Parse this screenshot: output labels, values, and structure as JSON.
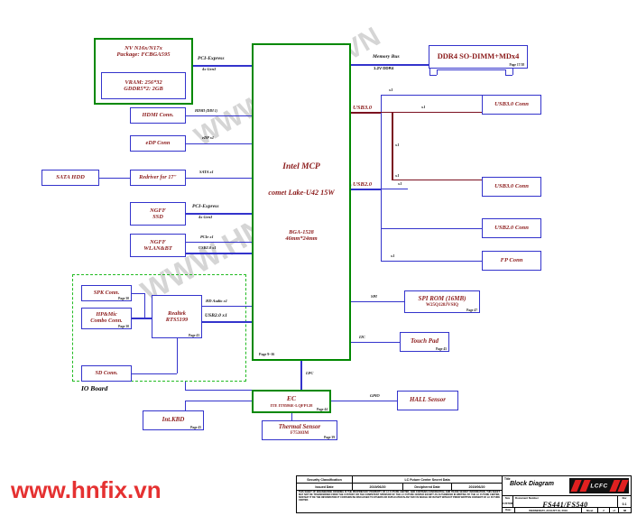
{
  "document": {
    "title": "Block Diagram",
    "document_number": "FS441/FS540"
  },
  "watermarks": {
    "diagonal_1": "WWW.HNFIX.VN",
    "diagonal_2": "WWW.HNFIX.VN",
    "footer_url": "www.hnfix.vn"
  },
  "gpu": {
    "name_line1": "NV N16x/N17x",
    "name_line2": "Package: FCBGA595",
    "vram_line1": "VRAM: 256*32",
    "vram_line2": "GDDR5*2: 2GB"
  },
  "cpu": {
    "line1": "Intel   MCP",
    "line2": "comet Lake-U42 15W",
    "line3": "BGA-1528",
    "line4": "46mm*24mm",
    "page": "Page 9~16"
  },
  "left_blocks": [
    {
      "label": "HDMI Conn.",
      "net": "HDMI (DDI 1)"
    },
    {
      "label": "eDP Conn",
      "net": "eDP x1"
    },
    {
      "label": "SATA HDD",
      "net": ""
    },
    {
      "label": "Redriver for 17\"",
      "net": "SATA x1"
    },
    {
      "label_line1": "NGFF",
      "label_line2": "SSD",
      "net_line1": "PCI-Express",
      "net_line2": "4x Gen3"
    },
    {
      "label_line1": "NGFF",
      "label_line2": "WLAN&BT",
      "net_line1": "PCIe x1",
      "net_line2": "USB2.0 x1"
    }
  ],
  "gpu_bus": {
    "line1": "PCI-Express",
    "line2": "4x Gen3"
  },
  "memory": {
    "bus_line1": "Memory Bus",
    "bus_line2": "1.2V  DDR4",
    "block_label": "DDR4 SO-DIMM+MDx4",
    "page": "Page 17/18"
  },
  "usb": {
    "usb3_label": "USB3.0",
    "usb2_label": "USB2.0",
    "x1": "x1",
    "conns": [
      {
        "label": "USB3.0 Conn"
      },
      {
        "label": "USB3.0 Conn"
      },
      {
        "label": "USB2.0 Conn"
      },
      {
        "label": "FP Conn"
      }
    ]
  },
  "spi": {
    "net": "SPI",
    "block_line1": "SPI ROM (16MB)",
    "block_line2": "W25Q128JVSIQ",
    "page": "Page 47"
  },
  "touchpad": {
    "net": "I2C",
    "label": "Touch Pad",
    "page": "Page 45"
  },
  "hall": {
    "net": "GPIO",
    "label": "HALL Sensor"
  },
  "ec": {
    "net": "LPC",
    "label": "EC",
    "part": "ITE IT8586E-LQFP128",
    "page": "Page 44"
  },
  "thermal": {
    "label": "Thermal Sensor",
    "part": "F75303M",
    "page": "Page 39"
  },
  "int_kbd": {
    "label": "Int.KBD",
    "page": "Page 45"
  },
  "io_board": {
    "title": "IO Board",
    "spk": {
      "label": "SPK Conn.",
      "page": "Page 30"
    },
    "hp": {
      "label_line1": "HP&Mic",
      "label_line2": "Combo Conn.",
      "page": "Page 30"
    },
    "sd": {
      "label": "SD Conn."
    },
    "codec": {
      "line1": "Realtek",
      "line2": "RTS5199",
      "page": "Page 43"
    },
    "out_audio": "HD Audio x1",
    "out_usb": "USB2.0 x1"
  },
  "title_block": {
    "security_label": "Security Classification",
    "security_value": "LC Future Center Secret Data",
    "issued_label": "Issued Date",
    "issued_value": "2019/06/20",
    "deciphered_label": "Deciphered Date",
    "deciphered_value": "2019/06/20",
    "legal": "THIS SHEET OF ENGINEERING DRAWING IS THE PROPRIETARY PROPERTY OF  LC FUTURE CENTER, AND CONTAINS CONFIDENTIAL AND TRADE SECRET INFORMATION. THIS SHEET MAY NOT BE TRANSFERRED FROM THE CUSTODY OR THE COMPETENT SPONSOR OF THE LC FUTURE CENTER EXCEPT AS AUTHORIZED IN WRITING BY THE LC FUTURE CENTER, NOR MAY IT BE THE INFORMATION IT CONTAINS BE DISCLOSED TO OTHERS OR DUPLICATED IN ANY WAY IN WHOLE OR IN PART WITHOUT PRIOR WRITTEN CONSENT OF  LC FUTURE CENTER.",
    "title_label": "Title",
    "title_value": "Block Diagram",
    "size_label": "Size",
    "size_value": "CUSTOM",
    "docnum_label": "Document Number",
    "docnum_value": "FS441/FS540",
    "rev_label": "Rev",
    "rev_value": "0.1",
    "date_label": "Date:",
    "date_value": "WEDNESDAY, AUGUST 19, 2019",
    "sheet_label": "Sheet",
    "sheet_value": "2",
    "of_label": "of",
    "of_value": "88",
    "logo_text": "LCFC"
  }
}
